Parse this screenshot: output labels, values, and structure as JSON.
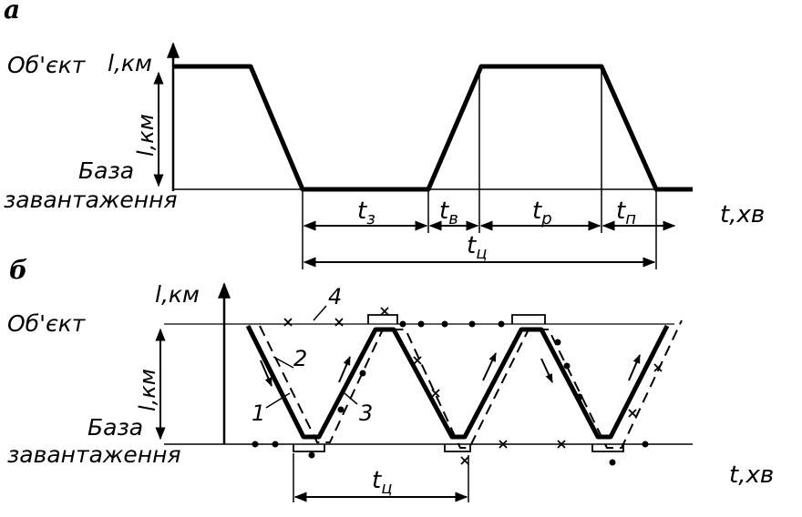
{
  "panel_a": {
    "label": "а",
    "y_axis_label": "l,км",
    "distance_label": "l,км",
    "object_label": "Об'єкт",
    "base_label_line1": "База",
    "base_label_line2": "завантаження",
    "x_axis_label": "t,хв",
    "t_load": "t",
    "t_load_sub": "з",
    "t_loaded": "t",
    "t_loaded_sub": "в",
    "t_unload": "t",
    "t_unload_sub": "р",
    "t_empty": "t",
    "t_empty_sub": "п",
    "t_cycle": "t",
    "t_cycle_sub": "ц"
  },
  "panel_b": {
    "label": "б",
    "y_axis_label": "l,км",
    "distance_label": "l,км",
    "object_label": "Об'єкт",
    "base_label_line1": "База",
    "base_label_line2": "завантаження",
    "x_axis_label": "t,хв",
    "t_cycle": "t",
    "t_cycle_sub": "ц",
    "curve_labels": [
      "1",
      "2",
      "3",
      "4"
    ]
  }
}
